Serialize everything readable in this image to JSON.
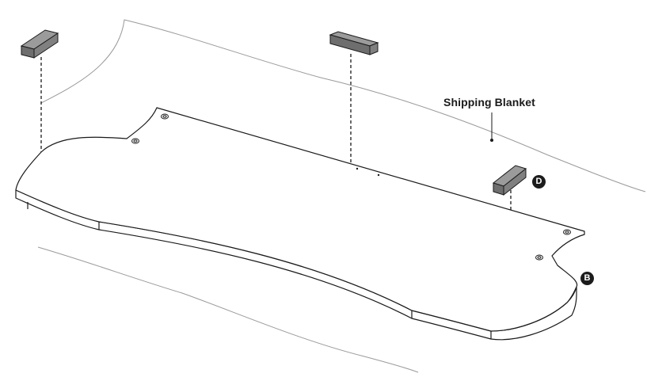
{
  "labels": {
    "shipping_blanket": "Shipping Blanket",
    "part_d": "D",
    "part_b": "B"
  },
  "colors": {
    "line": "#1a1a1a",
    "blanket_line": "#9a9a9a",
    "block_top": "#9b9b9b",
    "block_side": "#6e6e6e",
    "badge_fill": "#1c1c1c"
  },
  "icons": {
    "foam_block": "foam-block-icon",
    "screw_hole": "screw-hole-icon"
  }
}
